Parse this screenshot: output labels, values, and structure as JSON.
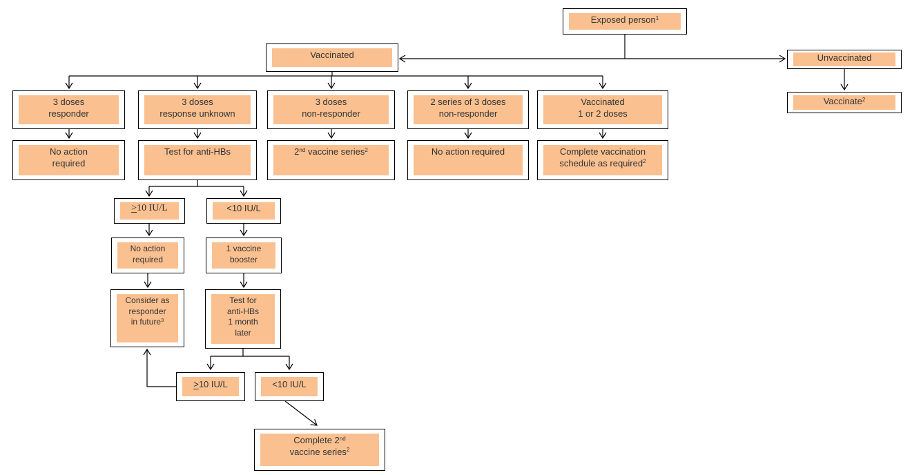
{
  "title": "Hepatitis B exposure vaccination flowchart",
  "colors": {
    "node_fill": "#FAC090",
    "border": "#000000",
    "text": "#333333"
  },
  "nodes": {
    "exposed": {
      "parts": [
        {
          "t": "Exposed person"
        },
        {
          "s": "1"
        }
      ]
    },
    "vaccinated": {
      "parts": [
        {
          "t": "Vaccinated"
        }
      ]
    },
    "unvaccinated": {
      "parts": [
        {
          "t": "Unvaccinated"
        }
      ]
    },
    "vaccinate": {
      "parts": [
        {
          "t": "Vaccinate"
        },
        {
          "s": "2"
        }
      ]
    },
    "doses3_responder": {
      "parts": [
        {
          "t": "3 doses"
        },
        {
          "br": true
        },
        {
          "t": "responder"
        }
      ]
    },
    "doses3_unknown": {
      "parts": [
        {
          "t": "3 doses"
        },
        {
          "br": true
        },
        {
          "t": "response unknown"
        }
      ]
    },
    "doses3_nonresponder": {
      "parts": [
        {
          "t": "3 doses"
        },
        {
          "br": true
        },
        {
          "t": "non-responder"
        }
      ]
    },
    "series2of3_nonresponder": {
      "parts": [
        {
          "t": "2 series of 3 doses"
        },
        {
          "br": true
        },
        {
          "t": "non-responder"
        }
      ]
    },
    "vaccinated_1or2": {
      "parts": [
        {
          "t": "Vaccinated"
        },
        {
          "br": true
        },
        {
          "t": "1 or 2 doses"
        }
      ]
    },
    "no_action_required_1": {
      "parts": [
        {
          "t": "No action"
        },
        {
          "br": true
        },
        {
          "t": "required"
        }
      ]
    },
    "test_anti_hbs": {
      "parts": [
        {
          "t": "Test for anti-HBs"
        }
      ]
    },
    "second_vaccine_series": {
      "parts": [
        {
          "t": "2"
        },
        {
          "s": "nd"
        },
        {
          "t": " vaccine series"
        },
        {
          "s": "2"
        }
      ]
    },
    "no_action_required_2": {
      "parts": [
        {
          "t": "No action required"
        }
      ]
    },
    "complete_schedule": {
      "parts": [
        {
          "t": "Complete vaccination"
        },
        {
          "br": true
        },
        {
          "t": "schedule as required"
        },
        {
          "s": "2"
        }
      ]
    },
    "ge10_a": {
      "parts": [
        {
          "u": ">"
        },
        {
          "t": "10 IU/L"
        }
      ]
    },
    "lt10_a": {
      "parts": [
        {
          "t": "<10 IU/L"
        }
      ]
    },
    "no_action_required_3": {
      "parts": [
        {
          "t": "No action"
        },
        {
          "br": true
        },
        {
          "t": "required"
        }
      ]
    },
    "vaccine_booster": {
      "parts": [
        {
          "t": "1 vaccine"
        },
        {
          "br": true
        },
        {
          "t": "booster"
        }
      ]
    },
    "consider_responder": {
      "parts": [
        {
          "t": "Consider as"
        },
        {
          "br": true
        },
        {
          "t": "responder"
        },
        {
          "br": true
        },
        {
          "t": "in future"
        },
        {
          "s": "3"
        }
      ]
    },
    "test_1_month": {
      "parts": [
        {
          "t": "Test for"
        },
        {
          "br": true
        },
        {
          "t": "anti-HBs"
        },
        {
          "br": true
        },
        {
          "t": "1 month"
        },
        {
          "br": true
        },
        {
          "t": "later"
        }
      ]
    },
    "ge10_b": {
      "parts": [
        {
          "u": ">"
        },
        {
          "t": "10 IU/L"
        }
      ]
    },
    "lt10_b": {
      "parts": [
        {
          "t": "<10 IU/L"
        }
      ]
    },
    "complete_2nd_series": {
      "parts": [
        {
          "t": "Complete 2"
        },
        {
          "s": "nd"
        },
        {
          "br": true
        },
        {
          "t": "vaccine series"
        },
        {
          "s": "2"
        }
      ]
    }
  }
}
